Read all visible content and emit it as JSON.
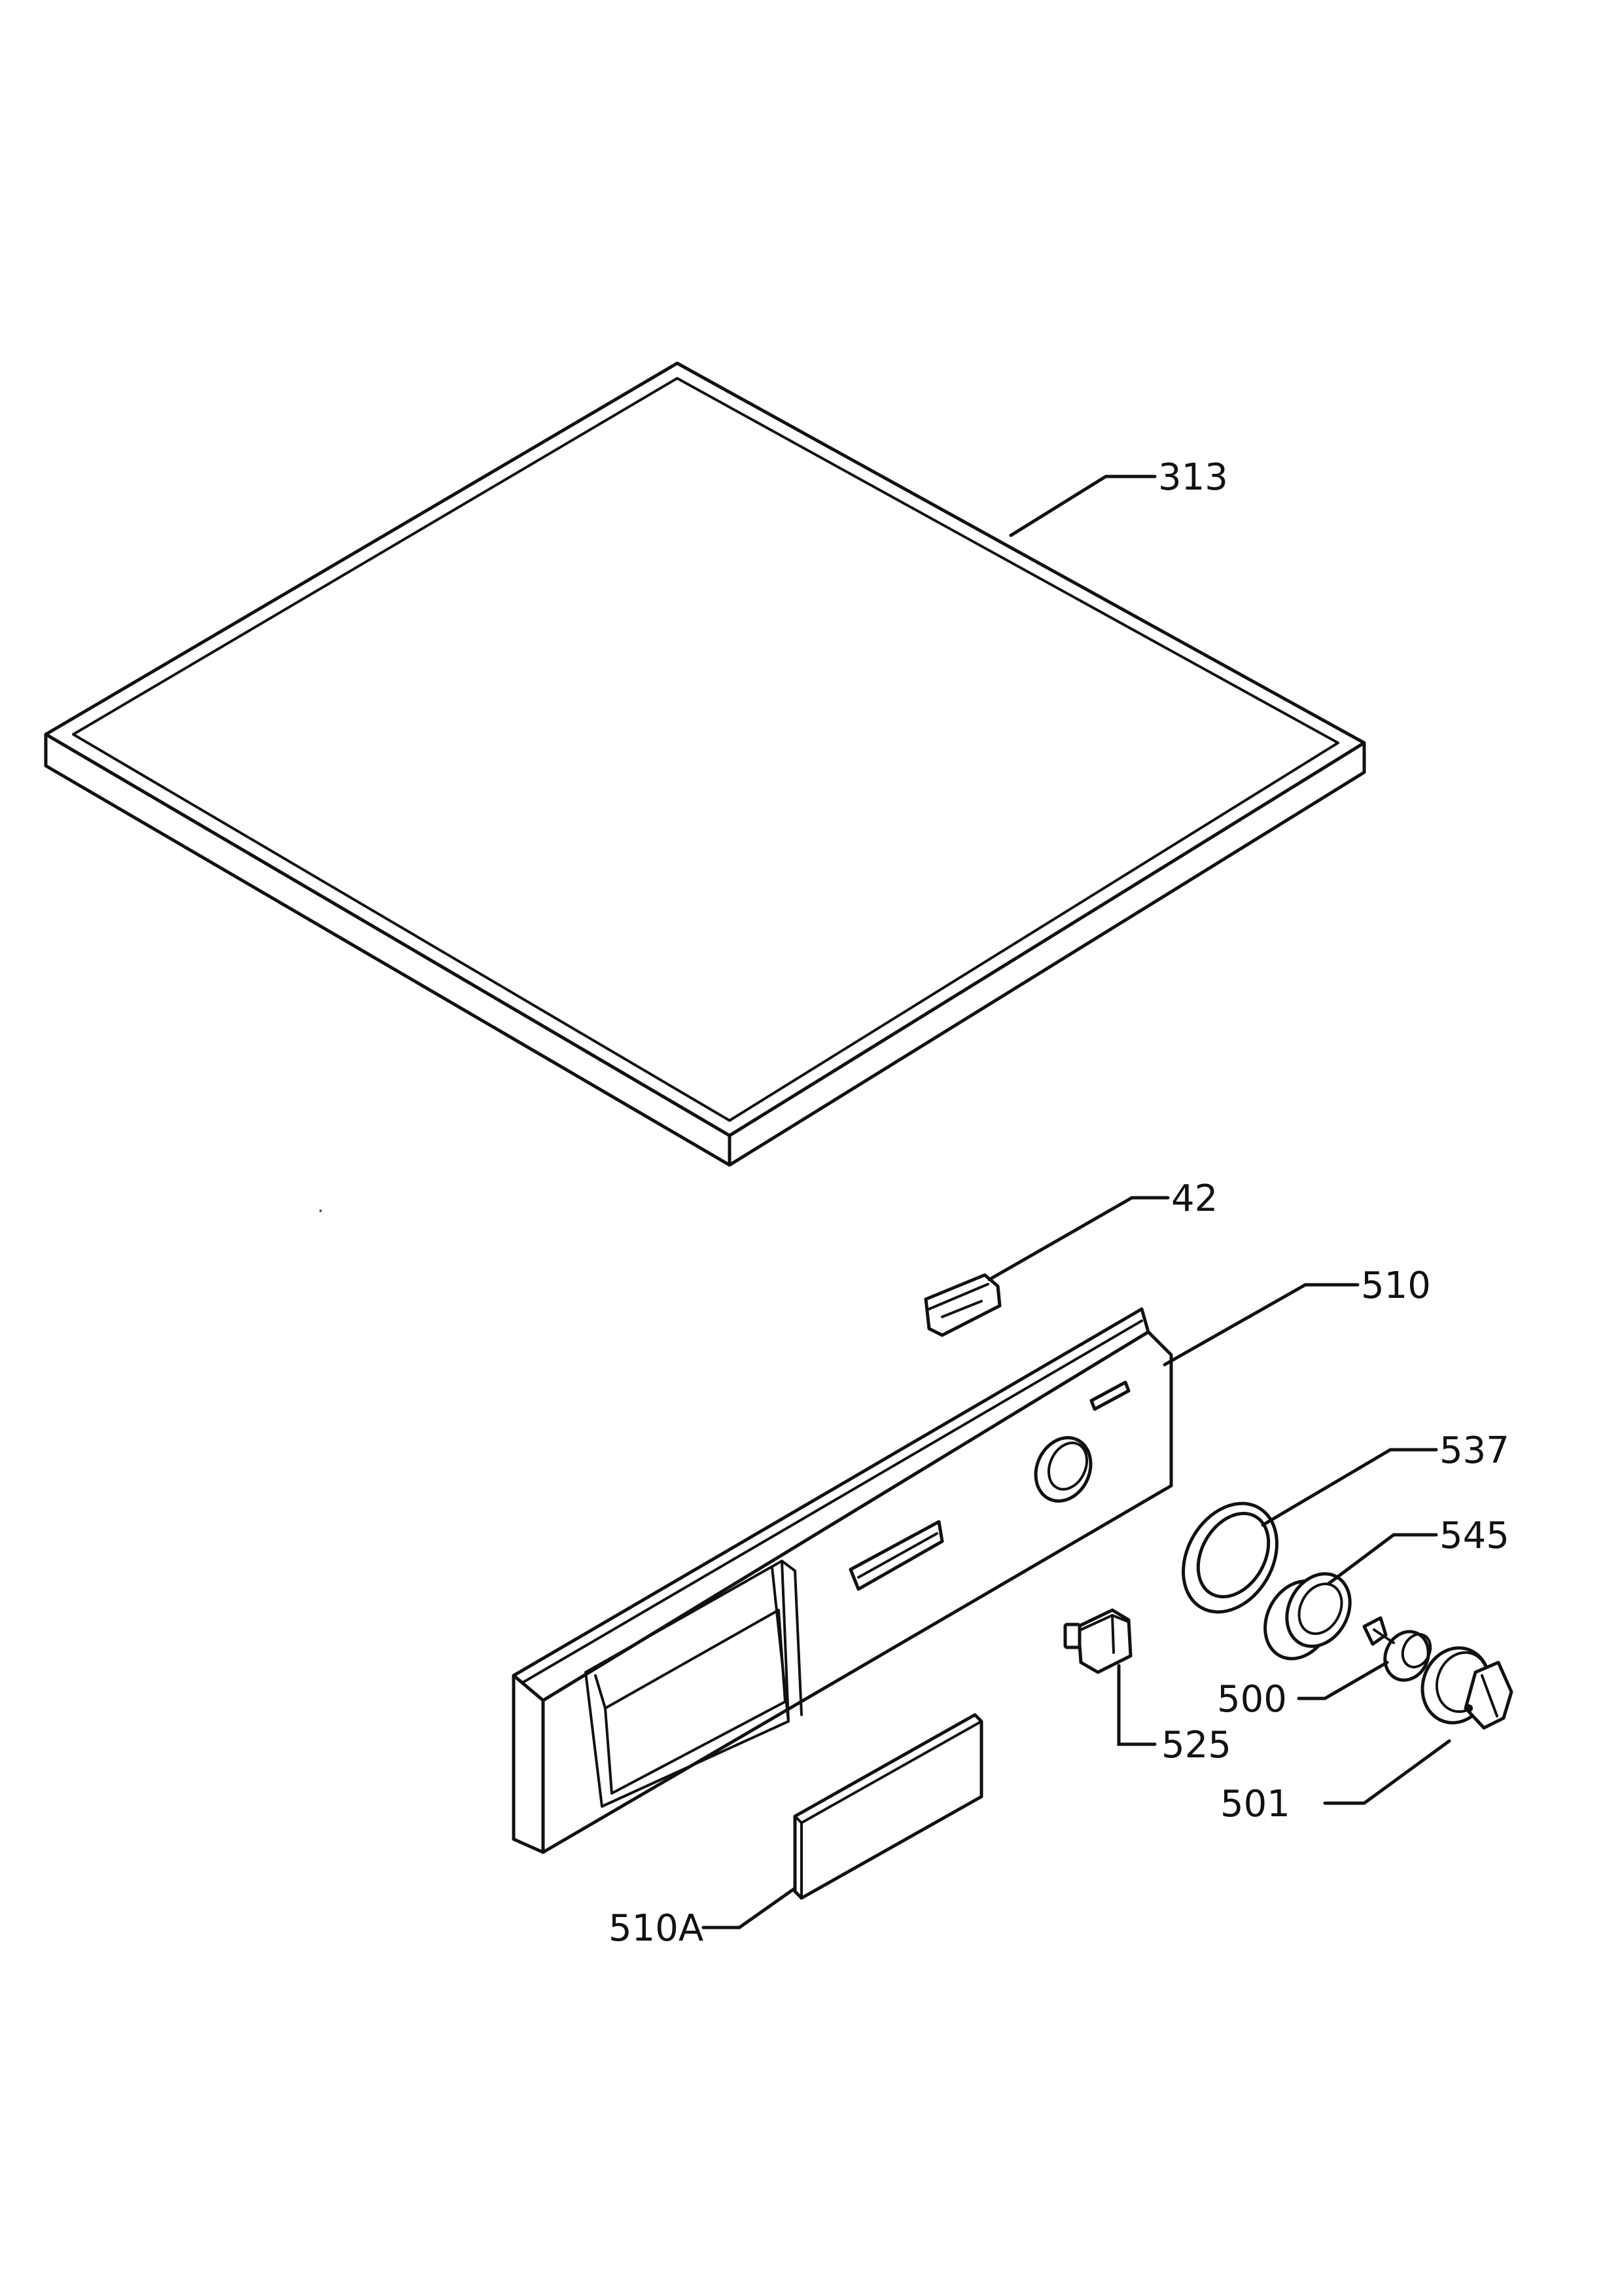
{
  "callouts": {
    "p313": "313",
    "p42": "42",
    "p510": "510",
    "p537": "537",
    "p545": "545",
    "p500": "500",
    "p525": "525",
    "p501": "501",
    "p510A": "510A"
  },
  "colors": {
    "ink": "#111111",
    "paper": "#ffffff"
  }
}
